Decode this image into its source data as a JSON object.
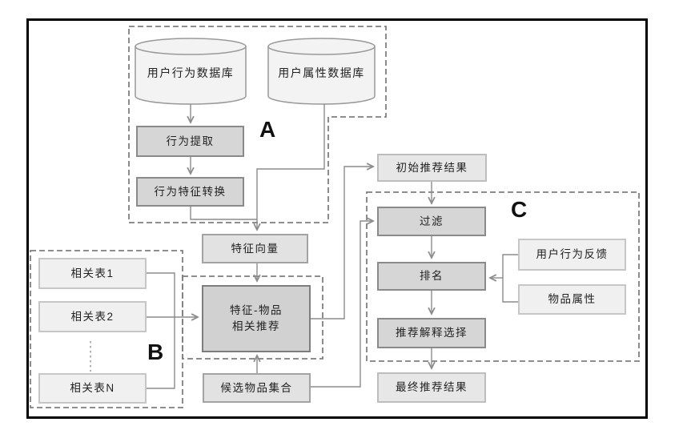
{
  "diagram": {
    "group_labels": {
      "a": "A",
      "b": "B",
      "c": "C"
    },
    "nodes": {
      "user_behavior_db": "用户行为数据库",
      "user_attr_db": "用户属性数据库",
      "behavior_extraction": "行为提取",
      "behavior_feature_transform": "行为特征转换",
      "feature_vector": "特征向量",
      "related_table_1": "相关表1",
      "related_table_2": "相关表2",
      "related_table_n": "相关表N",
      "feature_item_line1": "特征-物品",
      "feature_item_line2": "相关推荐",
      "candidate_item_set": "候选物品集合",
      "initial_result": "初始推荐结果",
      "filter": "过滤",
      "rank": "排名",
      "explain_select": "推荐解释选择",
      "final_result": "最终推荐结果",
      "user_behavior_feedback": "用户行为反馈",
      "item_attr": "物品属性"
    },
    "edges": [
      {
        "from": "user_behavior_db",
        "to": "behavior_extraction"
      },
      {
        "from": "behavior_extraction",
        "to": "behavior_feature_transform"
      },
      {
        "from": "behavior_feature_transform",
        "to": "feature_vector"
      },
      {
        "from": "user_attr_db",
        "to": "feature_vector"
      },
      {
        "from": "feature_vector",
        "to": "feature_item_recommend"
      },
      {
        "from": "related_table_1",
        "to": "feature_item_recommend"
      },
      {
        "from": "related_table_2",
        "to": "feature_item_recommend"
      },
      {
        "from": "related_table_n",
        "to": "feature_item_recommend"
      },
      {
        "from": "candidate_item_set",
        "to": "feature_item_recommend"
      },
      {
        "from": "feature_item_recommend",
        "to": "initial_result"
      },
      {
        "from": "candidate_item_set",
        "to": "filter"
      },
      {
        "from": "initial_result",
        "to": "filter"
      },
      {
        "from": "filter",
        "to": "rank"
      },
      {
        "from": "rank",
        "to": "explain_select"
      },
      {
        "from": "user_behavior_feedback",
        "to": "rank"
      },
      {
        "from": "item_attr",
        "to": "rank"
      },
      {
        "from": "explain_select",
        "to": "final_result"
      }
    ],
    "theme": {
      "frame_border": "#000000",
      "canvas_bg": "#ffffff",
      "line": "#8c8c8c",
      "dash": "#7f7f7f",
      "text": "#222222",
      "proc_fill": "#d6d6d6",
      "proc_border": "#8a8a8a",
      "dark_fill": "#d1d1d1",
      "dark_border": "#7d7d7d",
      "mid_fill": "#e2e2e2",
      "mid_border": "#a3a3a3",
      "light_fill": "#f0f0f0",
      "light_border": "#c6c6c6",
      "lighter_fill": "#e7e7e7",
      "lighter_border": "#bdbdbd",
      "cyl_fill": "#f3f3f3",
      "cyl_border": "#999999"
    }
  }
}
